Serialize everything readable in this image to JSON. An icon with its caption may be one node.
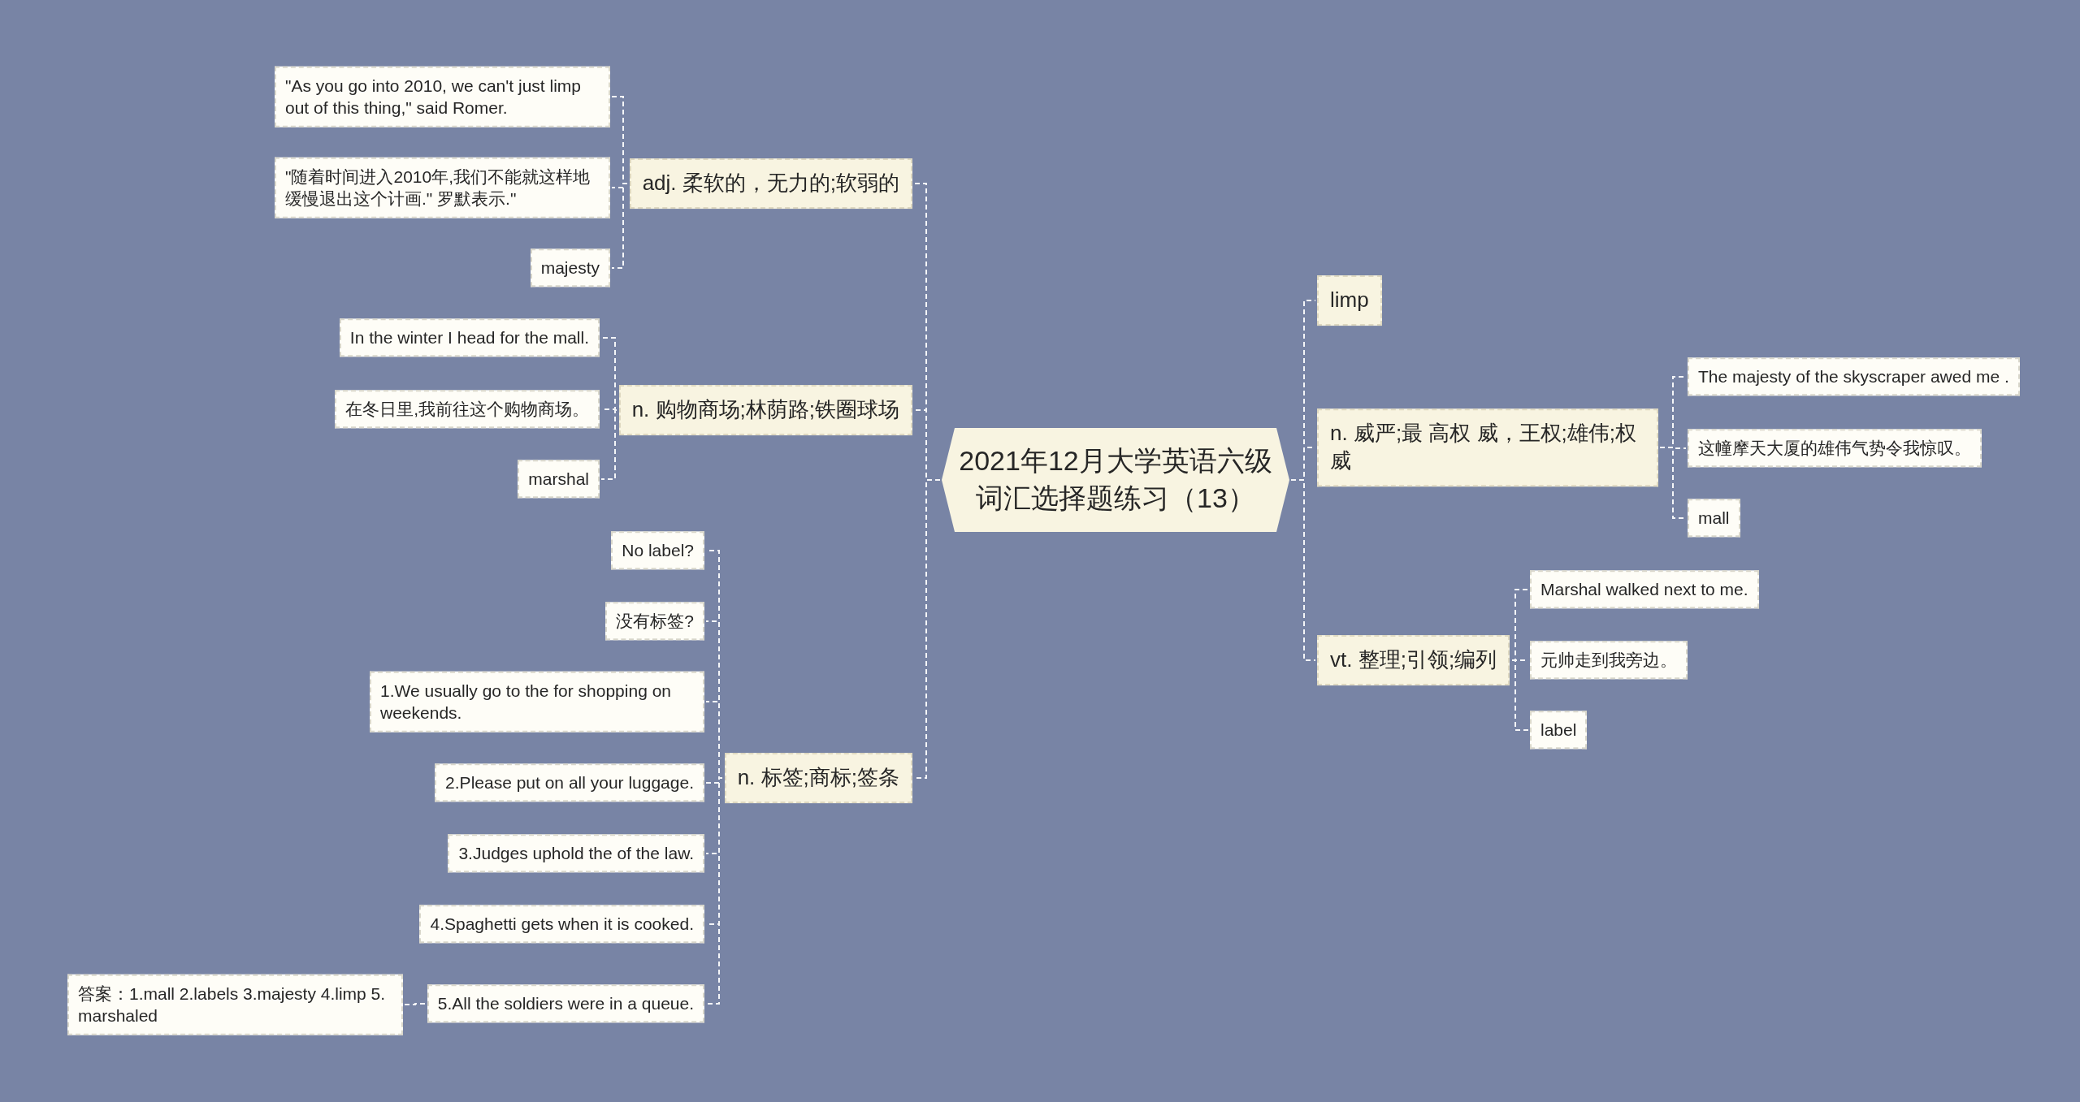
{
  "diagram": {
    "nodes": [
      {
        "text": [
          "2021年12月大学英语六级词汇选择题练习（13）"
        ]
      },
      {
        "text": [
          "adj. 柔软的，无力的;软弱的"
        ]
      },
      {
        "text": [
          "\"As you go into 2010, we can't just limp out of this thing,\" said Romer."
        ]
      },
      {
        "text": [
          "\"随着时间进入2010年,我们不能就这样地缓慢退出这个计画.\" 罗默表示.\""
        ]
      },
      {
        "text": [
          "majesty"
        ]
      },
      {
        "text": [
          "n. 购物商场;林荫路;铁圈球场"
        ]
      },
      {
        "text": [
          "In the winter I head for the mall."
        ]
      },
      {
        "text": [
          "在冬日里,我前往这个购物商场。"
        ]
      },
      {
        "text": [
          "marshal"
        ]
      },
      {
        "text": [
          "n. 标签;商标;签条"
        ]
      },
      {
        "text": [
          "No label?"
        ]
      },
      {
        "text": [
          "没有标签?"
        ]
      },
      {
        "text": [
          "1.We usually go to the for shopping on weekends."
        ]
      },
      {
        "text": [
          "2.Please put on all your luggage."
        ]
      },
      {
        "text": [
          "3.Judges uphold the of the law."
        ]
      },
      {
        "text": [
          "4.Spaghetti gets when it is cooked."
        ]
      },
      {
        "text": [
          "5.All the soldiers were in a queue."
        ]
      },
      {
        "text": [
          "答案：1.mall 2.labels 3.majesty 4.limp 5. marshaled"
        ]
      },
      {
        "text": [
          "limp"
        ]
      },
      {
        "text": [
          "n. 威严;最 高权 威，王权;雄伟;权威"
        ]
      },
      {
        "text": [
          "The majesty of the skyscraper awed me ."
        ]
      },
      {
        "text": [
          "这幢摩天大厦的雄伟气势令我惊叹。"
        ]
      },
      {
        "text": [
          "mall"
        ]
      },
      {
        "text": [
          "vt. 整理;引领;编列"
        ]
      },
      {
        "text": [
          "Marshal walked next to me."
        ]
      },
      {
        "text": [
          "元帅走到我旁边。"
        ]
      },
      {
        "text": [
          "label"
        ]
      }
    ],
    "edges": [
      {
        "from": 0,
        "to": 1,
        "arrow": "none"
      },
      {
        "from": 1,
        "to": 2,
        "arrow": "none"
      },
      {
        "from": 1,
        "to": 3,
        "arrow": "none"
      },
      {
        "from": 1,
        "to": 4,
        "arrow": "none"
      },
      {
        "from": 0,
        "to": 5,
        "arrow": "none"
      },
      {
        "from": 5,
        "to": 6,
        "arrow": "none"
      },
      {
        "from": 5,
        "to": 7,
        "arrow": "none"
      },
      {
        "from": 5,
        "to": 8,
        "arrow": "none"
      },
      {
        "from": 0,
        "to": 9,
        "arrow": "none"
      },
      {
        "from": 9,
        "to": 10,
        "arrow": "none"
      },
      {
        "from": 9,
        "to": 11,
        "arrow": "none"
      },
      {
        "from": 9,
        "to": 12,
        "arrow": "none"
      },
      {
        "from": 9,
        "to": 13,
        "arrow": "none"
      },
      {
        "from": 9,
        "to": 14,
        "arrow": "none"
      },
      {
        "from": 9,
        "to": 15,
        "arrow": "none"
      },
      {
        "from": 9,
        "to": 16,
        "arrow": "none"
      },
      {
        "from": 16,
        "to": 17,
        "arrow": "none"
      },
      {
        "from": 0,
        "to": 18,
        "arrow": "none"
      },
      {
        "from": 0,
        "to": 19,
        "arrow": "none"
      },
      {
        "from": 19,
        "to": 20,
        "arrow": "none"
      },
      {
        "from": 19,
        "to": 21,
        "arrow": "none"
      },
      {
        "from": 19,
        "to": 22,
        "arrow": "none"
      },
      {
        "from": 0,
        "to": 23,
        "arrow": "none"
      },
      {
        "from": 23,
        "to": 24,
        "arrow": "none"
      },
      {
        "from": 23,
        "to": 25,
        "arrow": "none"
      },
      {
        "from": 23,
        "to": 26,
        "arrow": "none"
      }
    ]
  }
}
